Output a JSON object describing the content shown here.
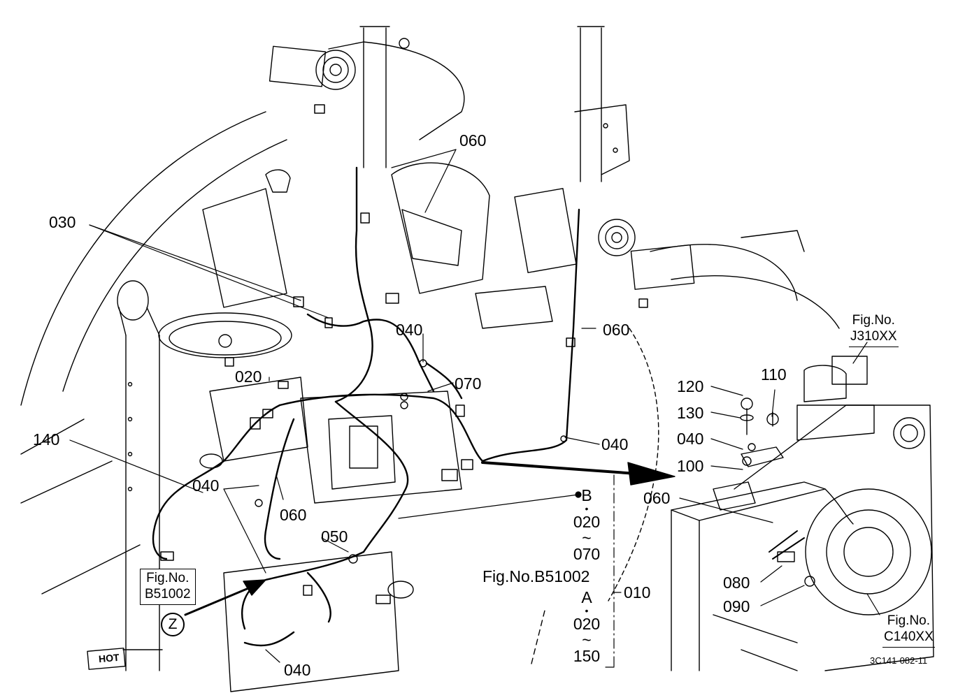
{
  "callouts": {
    "c060_top": "060",
    "c030": "030",
    "c040_mid": "040",
    "c070": "070",
    "c060_right": "060",
    "c020": "020",
    "c140": "140",
    "c040_left": "040",
    "c060_low": "060",
    "c050": "050",
    "c040_bottom": "040",
    "c040_right": "040",
    "c010": "010",
    "c120": "120",
    "c110": "110",
    "c130": "130",
    "c040_inset": "040",
    "c100": "100",
    "c060_inset": "060",
    "c080": "080",
    "c090": "090"
  },
  "references": {
    "fig_j310": {
      "label": "Fig.No.",
      "code": "J310XX"
    },
    "fig_c140": {
      "label": "Fig.No.",
      "code": "C140XX"
    },
    "fig_b51002_box": {
      "label": "Fig.No.",
      "code": "B51002"
    },
    "fig_b51002_inline": "Fig.No.B51002",
    "view_marker": "Z"
  },
  "range_b": {
    "letter": "B",
    "dot": "•",
    "from": "020",
    "tilde": "~",
    "to": "070"
  },
  "range_a": {
    "letter": "A",
    "dot": "•",
    "from": "020",
    "tilde": "~",
    "to": "150"
  },
  "hot_label": "HOT",
  "drawing_code": "3C141-082-11"
}
